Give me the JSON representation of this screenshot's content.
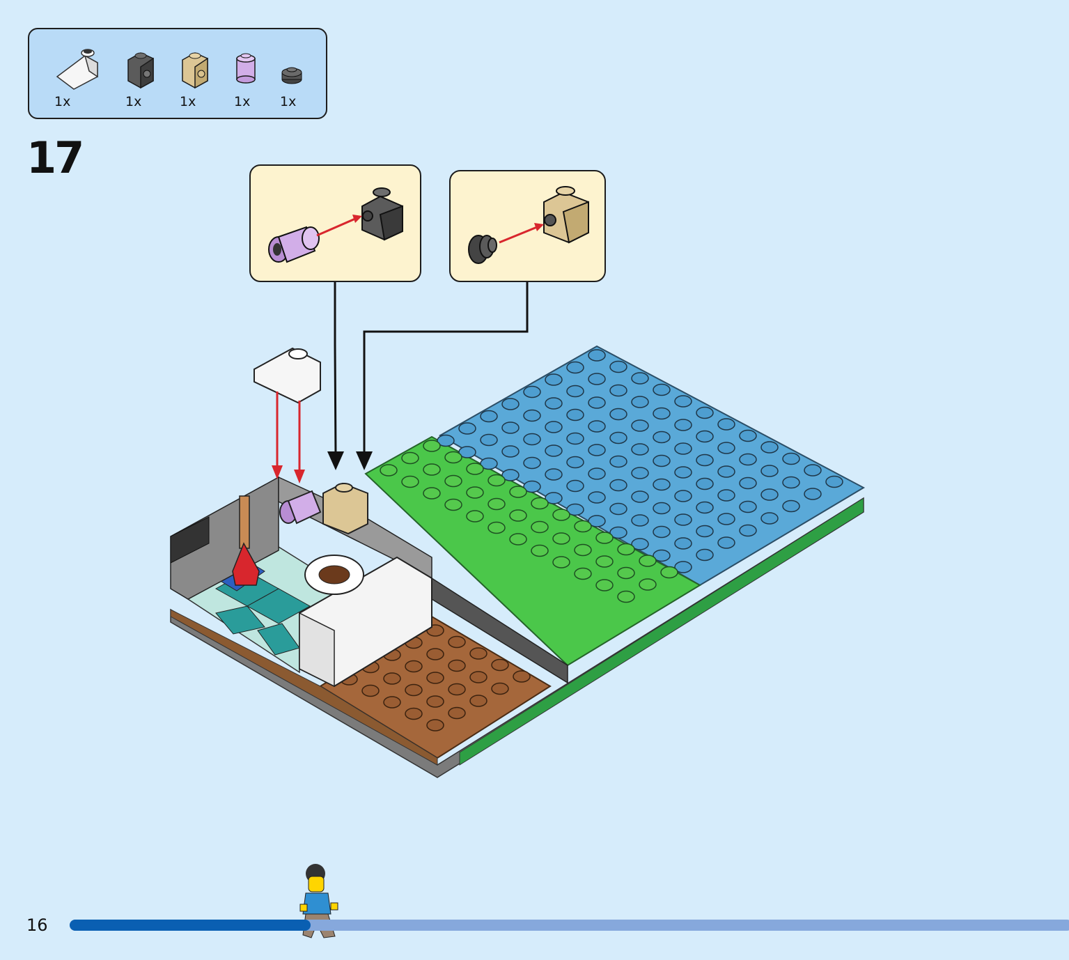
{
  "step": {
    "number": "17"
  },
  "parts": [
    {
      "icon": "white-slope-icon",
      "qty": "1x",
      "color": "#f2f2f2"
    },
    {
      "icon": "dark-grey-bracket-brick-icon",
      "qty": "1x",
      "color": "#5b5b5b"
    },
    {
      "icon": "tan-bracket-brick-icon",
      "qty": "1x",
      "color": "#d7c08c"
    },
    {
      "icon": "lavender-round-brick-icon",
      "qty": "1x",
      "color": "#cfa7e6"
    },
    {
      "icon": "dark-grey-round-plate-icon",
      "qty": "1x",
      "color": "#555555"
    }
  ],
  "footer": {
    "page_number": "16",
    "progress": 0.24
  },
  "colors": {
    "background": "#d6ecfb",
    "parts_panel": "#b9dbf7",
    "callout": "#fdf3cf",
    "arrow_red": "#d8262d",
    "progress_fill": "#0a5fb2",
    "progress_track": "#86a8dc"
  }
}
